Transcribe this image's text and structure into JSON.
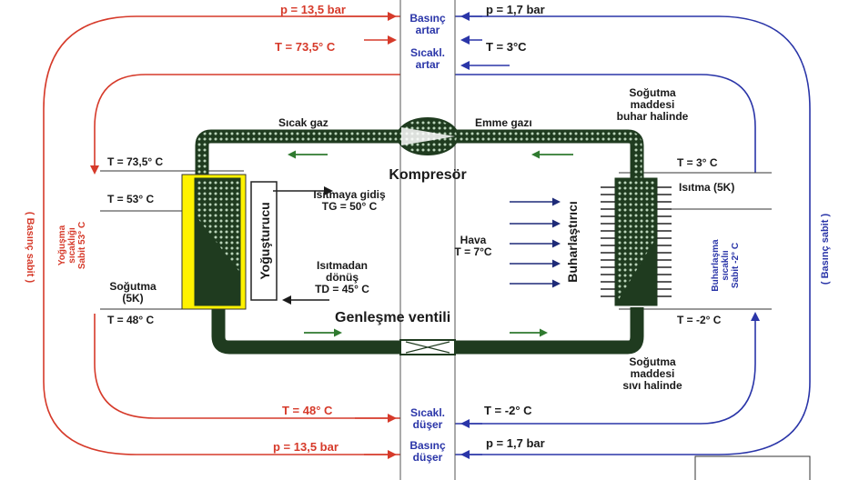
{
  "colors": {
    "hot": "#d63a2a",
    "cold": "#2a35a8",
    "pipe": "#1f3b1f",
    "pipe_dots": "#b9d3b9",
    "condenser": "#fff200",
    "arrow_green": "#2f7a2f"
  },
  "top_center": {
    "pressure_rises": "Basınç\nartar",
    "temp_rises": "Sıcakl.\nartar"
  },
  "bottom_center": {
    "temp_drops": "Sıcakl.\ndüşer",
    "pressure_drops": "Basınç\ndüşer"
  },
  "hot_side": {
    "p_top": "p = 13,5 bar",
    "t_top": "T = 73,5° C",
    "t_bottom": "T = 48° C",
    "p_bottom": "p = 13,5 bar",
    "pressure_constant": "( Basınç sabit )"
  },
  "cold_side": {
    "p_top": "p = 1,7 bar",
    "t_top": "T = 3°C",
    "t_bottom": "T = -2° C",
    "p_bottom": "p = 1,7 bar",
    "pressure_constant": "( Basınç sabit )"
  },
  "labels": {
    "hot_gas": "Sıcak gaz",
    "suction_gas": "Emme gazı",
    "compressor": "Kompresör",
    "refrigerant_vapor": "Soğutma\nmaddesi\nbuhar halinde",
    "refrigerant_liquid": "Soğutma\nmaddesi\nsıvı halinde",
    "expansion_valve": "Genleşme ventili",
    "condenser": "Yoğuşturucu",
    "evaporator": "Buharlaştırıcı",
    "heating_flow": "Isıtmaya gidiş\nTG = 50° C",
    "heating_return": "Isıtmadan\ndönüş\nTD = 45° C",
    "air": "Hava\nT = 7°C",
    "cond_t_in": "T = 73,5° C",
    "cond_t_mid": "T = 53° C",
    "cond_cooling": "Soğutma\n(5K)",
    "cond_t_out": "T = 48° C",
    "cond_sat": "Yoğuşma\nsıcaklığı\nSabit 53° C",
    "evap_t_out": "T = 3° C",
    "evap_heating": "Isıtma (5K)",
    "evap_t_in": "T = -2° C",
    "evap_sat": "Buharlaşma\nsıcaklıı\nSabit -2° C",
    "evap_t_in_right": "T = -2° C",
    "hot_t_bottom_center": "T = 48° C",
    "cold_t_bottom_center": "T = -2° C"
  }
}
